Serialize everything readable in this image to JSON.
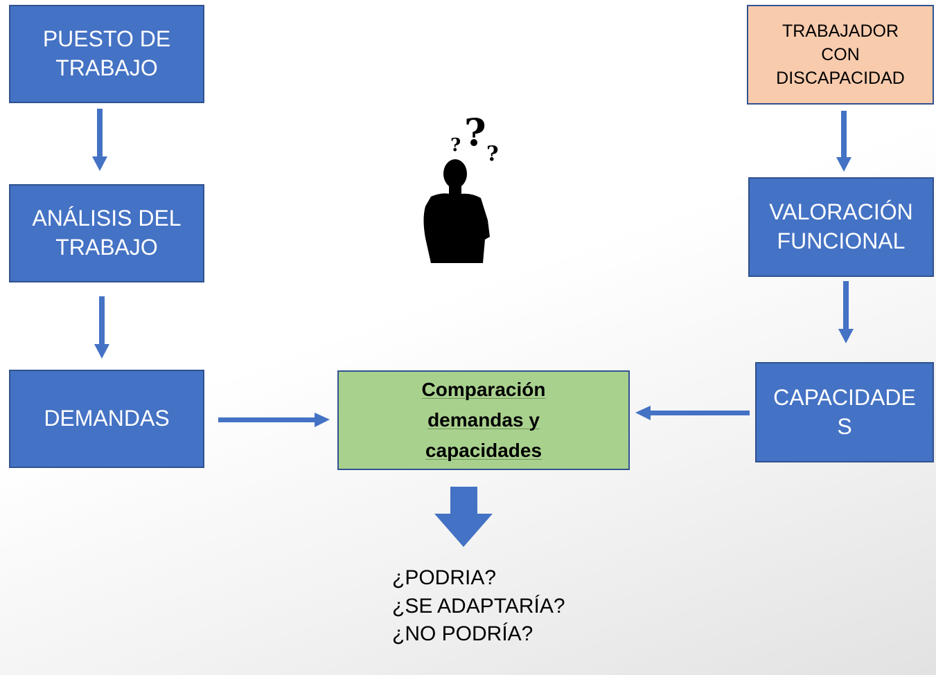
{
  "colors": {
    "process_box": "#4472c4",
    "worker_box": "#f8cbad",
    "comparison_box": "#a9d18e",
    "arrow": "#4472c4",
    "box_border": "#2f528f"
  },
  "left_column": {
    "job_position": "PUESTO DE\nTRABAJO",
    "job_analysis": "ANÁLISIS DEL\nTRABAJO",
    "demands": "DEMANDAS"
  },
  "right_column": {
    "worker": "TRABAJADOR\nCON\nDISCAPACIDAD",
    "functional_assessment": "VALORACIÓN\nFUNCIONAL",
    "capacities": "CAPACIDADE\nS"
  },
  "comparison": {
    "label": "Comparación\ndemandas y\ncapacidades"
  },
  "outcomes": {
    "text": "¿PODRIA?\n¿SE ADAPTARÍA?\n¿NO PODRÍA?"
  },
  "icons": {
    "thinking_person": "person-with-question-marks-icon"
  }
}
